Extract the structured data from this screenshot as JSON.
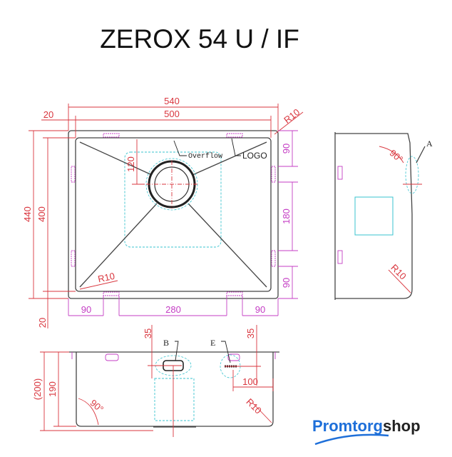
{
  "title": "ZEROX 54 U / IF",
  "top_view": {
    "dim_540": "540",
    "dim_500": "500",
    "dim_20_top": "20",
    "dim_r10_corner": "R10",
    "dim_440": "440",
    "dim_400": "400",
    "dim_20_bottom": "20",
    "right_dims": [
      "90",
      "180",
      "90"
    ],
    "bottom_dims": [
      "90",
      "280",
      "90"
    ],
    "dim_120": "120",
    "dim_r10_inner": "R10",
    "label_overflow": "Overflow",
    "label_logo": "LOGO"
  },
  "side_view": {
    "label_a": "A",
    "angle": "90°",
    "radius": "R10"
  },
  "front_view": {
    "label_b": "B",
    "label_e": "E",
    "dim_35_left": "35",
    "dim_35_right": "35",
    "dim_100": "100",
    "dim_200": "(200)",
    "dim_190": "190",
    "angle": "90°",
    "radius": "R10"
  },
  "logo": {
    "part1": "Promtorg",
    "part2": "shop",
    "brand_color": "#1e6fd9"
  }
}
